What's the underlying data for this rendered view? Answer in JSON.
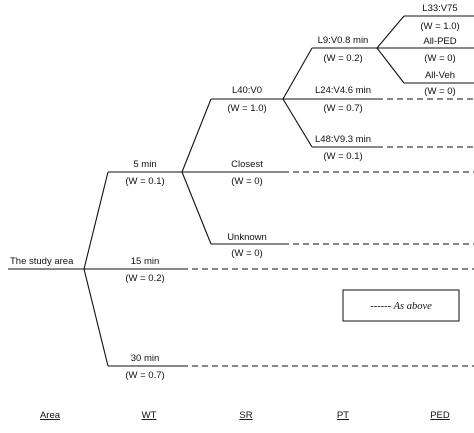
{
  "root": {
    "label": "The study area"
  },
  "wt": [
    {
      "label": "5 min",
      "weight": "(W = 0.1)"
    },
    {
      "label": "15 min",
      "weight": "(W = 0.2)"
    },
    {
      "label": "30 min",
      "weight": "(W = 0.7)"
    }
  ],
  "sr": [
    {
      "label": "L40:V0",
      "weight": "(W = 1.0)"
    },
    {
      "label": "Closest",
      "weight": "(W = 0)"
    },
    {
      "label": "Unknown",
      "weight": "(W = 0)"
    }
  ],
  "pt": [
    {
      "label": "L9:V0.8 min",
      "weight": "(W = 0.2)"
    },
    {
      "label": "L24:V4.6 min",
      "weight": "(W = 0.7)"
    },
    {
      "label": "L48:V9.3 min",
      "weight": "(W = 0.1)"
    }
  ],
  "ped": [
    {
      "label": "L33:V75",
      "weight": "(W = 1.0)"
    },
    {
      "label": "All-PED",
      "weight": "(W = 0)"
    },
    {
      "label": "All-Veh",
      "weight": "(W = 0)"
    }
  ],
  "legend": {
    "text": "------ As above"
  },
  "columns": [
    "Area",
    "WT",
    "SR",
    "PT",
    "PED"
  ]
}
